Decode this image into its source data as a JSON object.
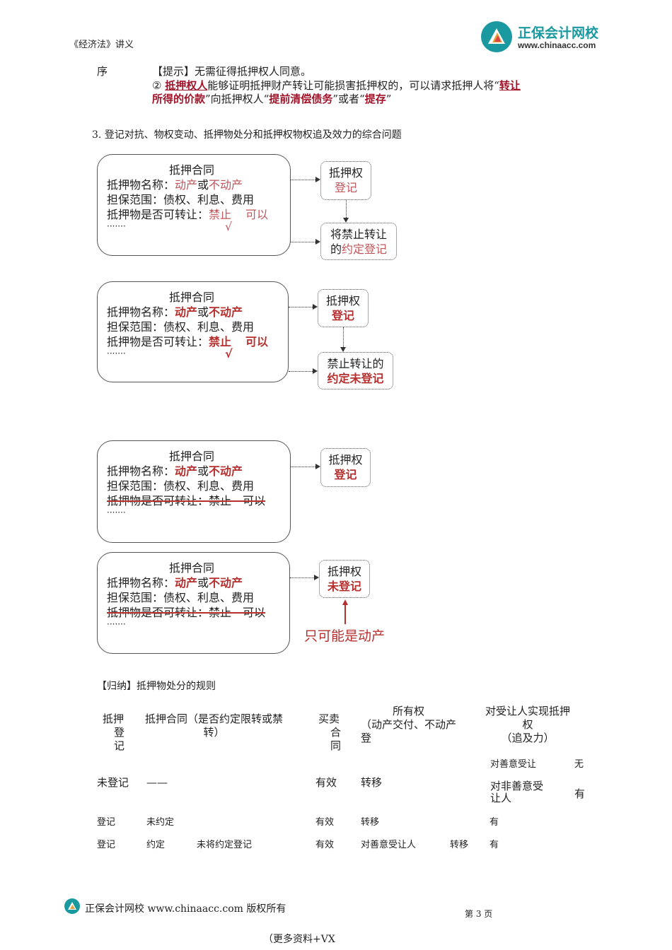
{
  "header": {
    "left_text": "《经济法》讲义",
    "logo_brand": "正保会计网校",
    "logo_url": "www.chinaacc.com",
    "logo_color": "#1a9aa0"
  },
  "content": {
    "left_label": "序",
    "tip": "【提示】无需征得抵押权人同意。",
    "para_prefix": "②",
    "para_link1": "抵押权人",
    "para_text1": "能够证明抵押财产转让可能损害抵押权的，可以请求抵押人将“",
    "para_link2a": "转让",
    "para_link2b": "所得的价款",
    "para_text2": "”向抵押权人“",
    "para_bold1": "提前清偿债务",
    "para_text3": "”或者“",
    "para_bold2": "提存",
    "para_text4": "”",
    "section_heading": "3. 登记对抗、物权变动、抵押物处分和抵押权物权追及效力的综合问题"
  },
  "diagrams": [
    {
      "title": "抵押合同",
      "name_label": "抵押物名称：",
      "movable": "动产",
      "or": "或",
      "immovable": "不动产",
      "scope": "担保范围：债权、利息、费用",
      "transfer_label": "抵押物是否可转让：",
      "forbid": "禁止",
      "allow": "可以",
      "check": "√",
      "dots": "·······",
      "reg_box_1": "抵押权",
      "reg_box_2": "登记",
      "agree_box_1": "将禁止转让",
      "agree_box_2a": "的",
      "agree_box_2b": "约定登记"
    },
    {
      "title": "抵押合同",
      "name_label": "抵押物名称：",
      "movable": "动产",
      "or": "或",
      "immovable": "不动产",
      "scope": "担保范围：债权、利息、费用",
      "transfer_label": "抵押物是否可转让：",
      "forbid": "禁止",
      "allow": "可以",
      "check": "√",
      "dots": "·······",
      "reg_box_1": "抵押权",
      "reg_box_2": "登记",
      "agree_box_1": "禁止转让的",
      "agree_box_2b": "约定未登记"
    },
    {
      "title": "抵押合同",
      "name_label": "抵押物名称：",
      "movable": "动产",
      "or": "或",
      "immovable": "不动产",
      "scope": "担保范围：债权、利息、费用",
      "transfer_struck": "抵押物是否可转让：禁止　可以",
      "dots": "·······",
      "reg_box_1": "抵押权",
      "reg_box_2": "登记"
    },
    {
      "title": "抵押合同",
      "name_label": "抵押物名称：",
      "movable": "动产",
      "or": "或",
      "immovable": "不动产",
      "scope": "担保范围：债权、利息、费用",
      "transfer_struck": "抵押物是否可转让：禁止　可以",
      "dots": "·······",
      "reg_box_1": "抵押权",
      "reg_box_2": "未登记",
      "note": "只可能是动产"
    }
  ],
  "summary": {
    "heading": "【归纳】抵押物处分的规则",
    "headers": {
      "c1a": "抵押",
      "c1b": "登",
      "c1c": "记",
      "c2a": "抵押合同（是否约定限转或禁",
      "c2b": "转）",
      "c3a": "买卖",
      "c3b": "合",
      "c3c": "同",
      "c4a": "所有权",
      "c4b": "（动产交付、不动产",
      "c4c": "登",
      "c5a": "对受让人实现抵押",
      "c5b": "权",
      "c5c": "（追及力）"
    },
    "rows": [
      {
        "c1": "未登记",
        "c2": "——",
        "c3": "有效",
        "c4": "转移",
        "good_faith": "对善意受让",
        "good_faith_val": "无",
        "bad_faith_a": "对非善意受",
        "bad_faith_b": "让人",
        "bad_faith_val": "有"
      },
      {
        "c1": "登记",
        "c2": "未约定",
        "c3": "有效",
        "c4": "转移",
        "c5": "有"
      },
      {
        "c1": "登记",
        "c2": "约定",
        "c2b": "未将约定登记",
        "c3": "有效",
        "c4": "对善意受让人",
        "c4b": "转移",
        "c5": "有"
      }
    ]
  },
  "footer": {
    "brand": "正保会计网校 www.chinaacc.com 版权所有",
    "page": "第 3 页",
    "more": "（更多资料+VX"
  }
}
